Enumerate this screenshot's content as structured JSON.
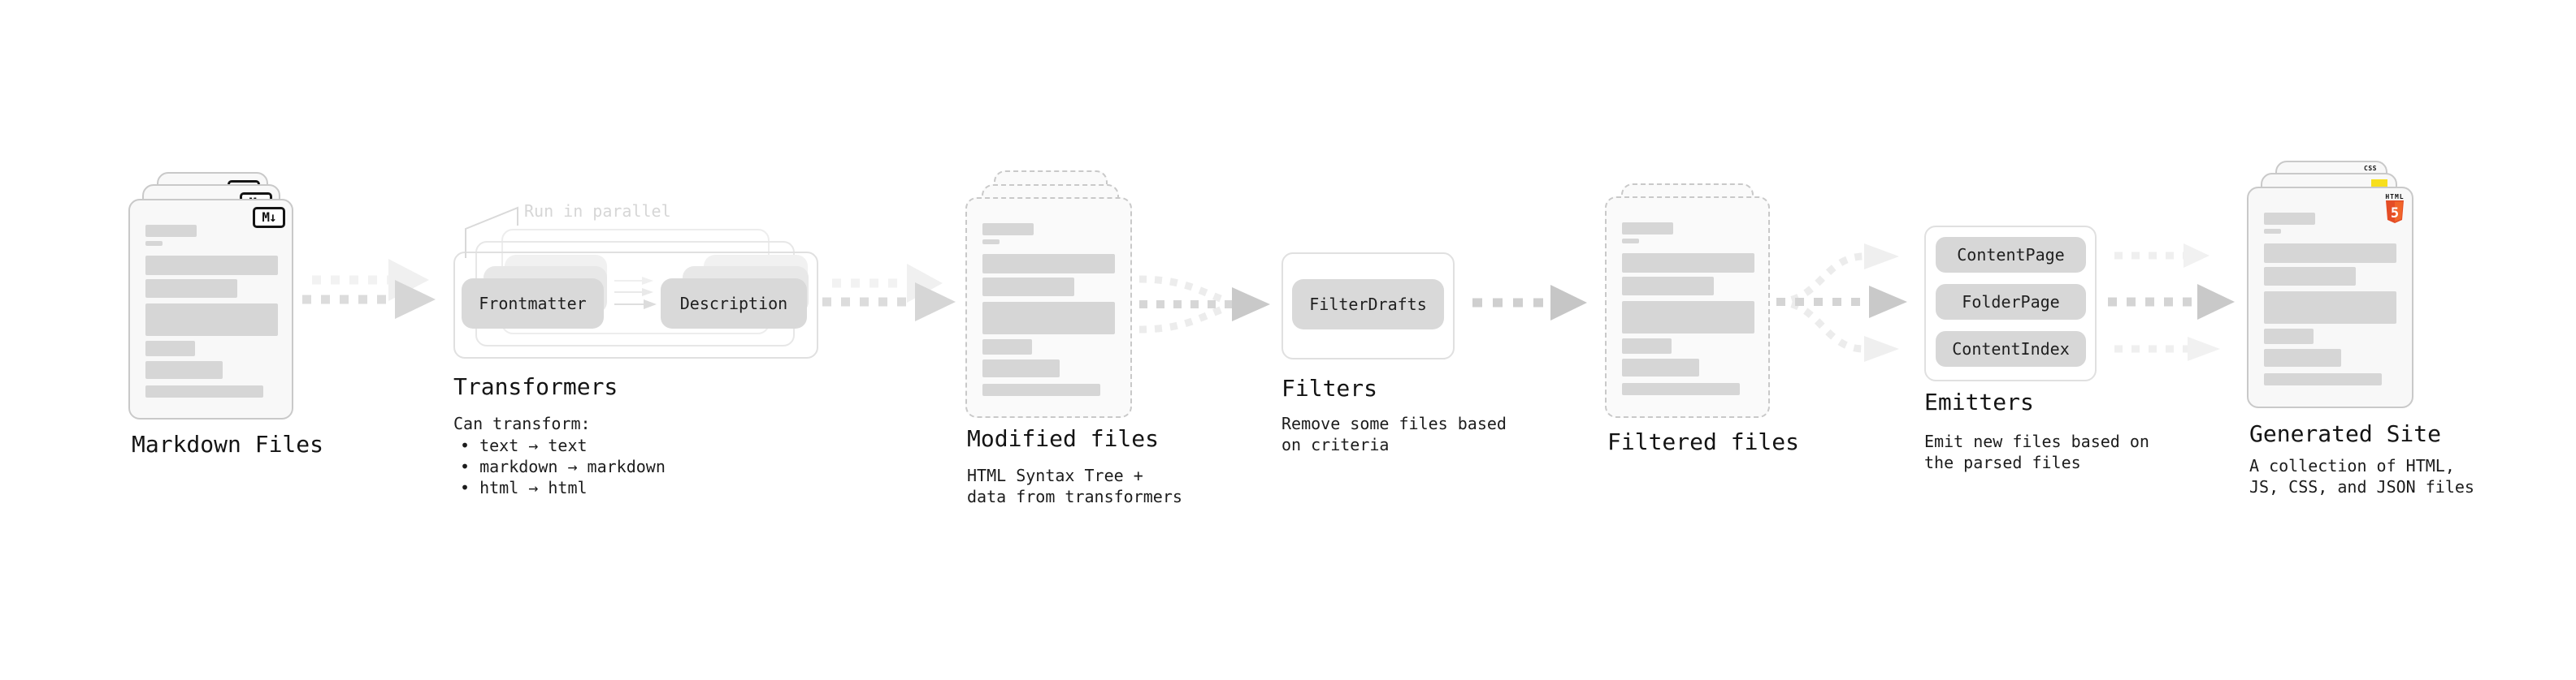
{
  "sections": {
    "markdown": {
      "title": "Markdown Files"
    },
    "transformers": {
      "title": "Transformers",
      "annotation": "Run in parallel",
      "pills": [
        "Frontmatter",
        "Description"
      ],
      "subtitle": "Can transform:",
      "bullets": [
        "text → text",
        "markdown → markdown",
        "html → html"
      ]
    },
    "modified": {
      "title": "Modified files",
      "subtitle": "HTML Syntax Tree +\ndata from transformers"
    },
    "filters": {
      "title": "Filters",
      "pills": [
        "FilterDrafts"
      ],
      "subtitle": "Remove some files based\non criteria"
    },
    "filtered": {
      "title": "Filtered files"
    },
    "emitters": {
      "title": "Emitters",
      "pills": [
        "ContentPage",
        "FolderPage",
        "ContentIndex"
      ],
      "subtitle": "Emit new files based on\nthe parsed files"
    },
    "generated": {
      "title": "Generated Site",
      "subtitle": "A collection of HTML,\nJS, CSS, and JSON files"
    }
  },
  "icons": {
    "markdown_badge": "M↓",
    "css_label": "CSS",
    "html5_label": "HTML",
    "html5_number": "5"
  },
  "colors": {
    "card_border": "#c9c9c9",
    "pill_bg": "#d9d9d9",
    "frame_border": "#e0e0e0",
    "placeholder_bar": "#d6d6d6",
    "text": "#161616",
    "faint_annotation": "#d6d6d6",
    "html5_orange": "#e44d26",
    "html5_orange_light": "#f16529",
    "js_yellow": "#f7df1e",
    "css_blue": "#2d6be8"
  },
  "doc_bars": [
    {
      "t": 30,
      "w": 63,
      "h": 15
    },
    {
      "t": 50,
      "w": 21,
      "h": 6
    },
    {
      "t": 68,
      "w": 163,
      "h": 24
    },
    {
      "t": 97,
      "w": 113,
      "h": 23
    },
    {
      "t": 127,
      "w": 163,
      "h": 40
    },
    {
      "t": 173,
      "w": 61,
      "h": 19
    },
    {
      "t": 198,
      "w": 95,
      "h": 22
    },
    {
      "t": 228,
      "w": 145,
      "h": 15
    }
  ]
}
